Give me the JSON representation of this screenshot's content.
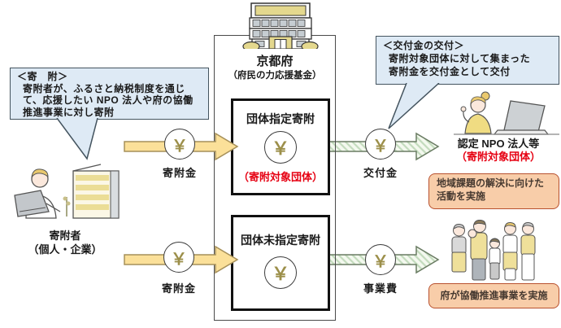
{
  "yen": "￥",
  "bubbles": {
    "left": {
      "heading": "＜寄　附＞",
      "lines": [
        "寄附者が、ふるさと納税制度を通じ",
        "て、応援したい NPO 法人や府の協働",
        "推進事業に対し寄附"
      ]
    },
    "right": {
      "heading": "＜交付金の交付＞",
      "lines": [
        "寄附対象団体に対して集まった",
        "寄附金を交付金として交付"
      ]
    }
  },
  "kyoto": {
    "name": "京都府",
    "sub": "（府民の力応援基金）"
  },
  "boxes": {
    "designated": {
      "title": "団体指定寄附",
      "note": "（寄附対象団体）"
    },
    "undesignated": {
      "title": "団体未指定寄附"
    }
  },
  "donor": {
    "name": "寄附者",
    "sub": "（個人・企業）"
  },
  "flows": {
    "donation_top": "寄附金",
    "donation_bottom": "寄附金",
    "grant": "交付金",
    "expense": "事業費"
  },
  "npo": {
    "name": "認定 NPO 法人等",
    "sub": "（寄附対象団体）",
    "activity": "地域課題の解決に向けた活動を実施"
  },
  "citizens": {
    "activity": "府が協働推進事業を実施"
  },
  "colors": {
    "accent_red": "#E60012",
    "arrow_yellow": "#FBE099",
    "arrow_green_hatch": "#C3DBBD",
    "bubble_blue": "#DEEAF5",
    "note_orange": "#F8CDA9",
    "yen_olive": "#9C8F4A"
  }
}
